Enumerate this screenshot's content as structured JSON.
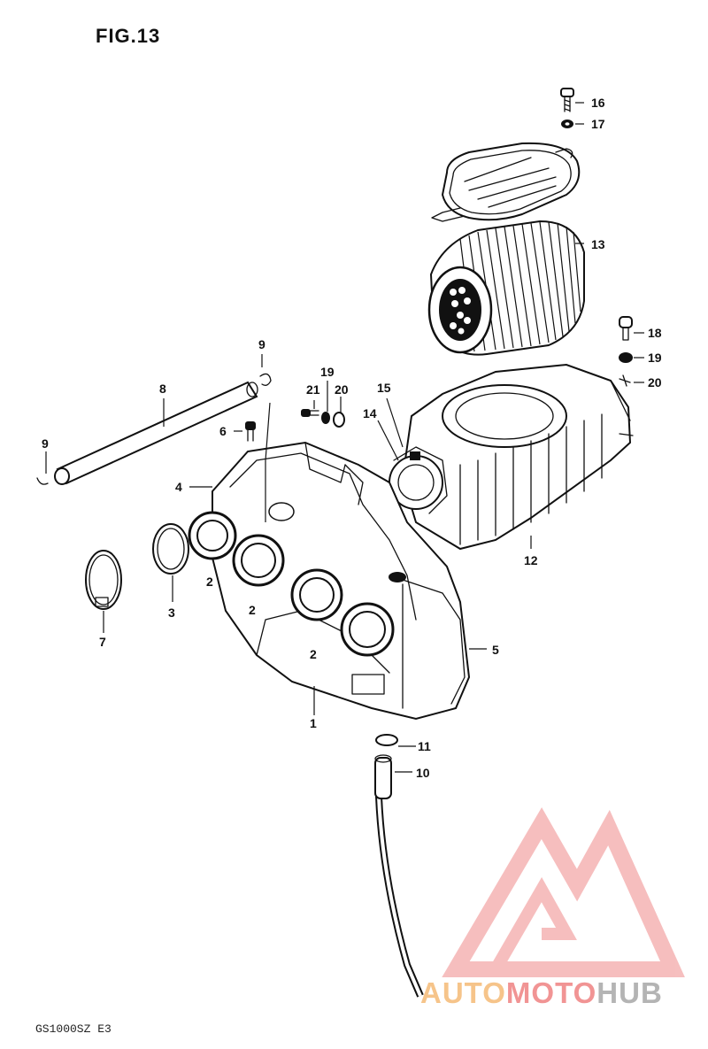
{
  "figure": {
    "title": "FIG.13",
    "model_code": "GS1000SZ  E3"
  },
  "callouts": [
    {
      "id": "c1",
      "label": "1"
    },
    {
      "id": "c2a",
      "label": "2"
    },
    {
      "id": "c2b",
      "label": "2"
    },
    {
      "id": "c2c",
      "label": "2"
    },
    {
      "id": "c3",
      "label": "3"
    },
    {
      "id": "c4",
      "label": "4"
    },
    {
      "id": "c5",
      "label": "5"
    },
    {
      "id": "c6",
      "label": "6"
    },
    {
      "id": "c7",
      "label": "7"
    },
    {
      "id": "c8",
      "label": "8"
    },
    {
      "id": "c9a",
      "label": "9"
    },
    {
      "id": "c9b",
      "label": "9"
    },
    {
      "id": "c10",
      "label": "10"
    },
    {
      "id": "c11",
      "label": "11"
    },
    {
      "id": "c12",
      "label": "12"
    },
    {
      "id": "c13",
      "label": "13"
    },
    {
      "id": "c14",
      "label": "14"
    },
    {
      "id": "c15",
      "label": "15"
    },
    {
      "id": "c16",
      "label": "16"
    },
    {
      "id": "c17",
      "label": "17"
    },
    {
      "id": "c18",
      "label": "18"
    },
    {
      "id": "c19a",
      "label": "19"
    },
    {
      "id": "c19b",
      "label": "19"
    },
    {
      "id": "c20a",
      "label": "20"
    },
    {
      "id": "c20b",
      "label": "20"
    },
    {
      "id": "c21",
      "label": "21"
    }
  ],
  "watermark": {
    "part1": "AUTO",
    "part2": "MOTO",
    "part3": "HUB",
    "colors": {
      "auto": "#f6c48a",
      "moto": "#f19494",
      "hub": "#b4b4b4",
      "logo": "#f19494"
    }
  }
}
